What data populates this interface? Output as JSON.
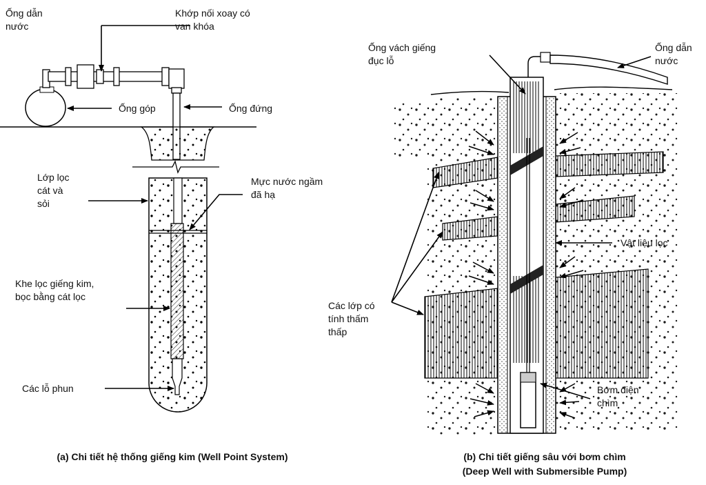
{
  "panel_a": {
    "labels": {
      "water_pipe": "Ống dẫn\nnước",
      "swivel_joint": "Khớp nối xoay có\nvan khóa",
      "header_pipe": "Ống góp",
      "riser_pipe": "Ống đứng",
      "filter_layer": "Lớp lọc\ncát và\nsỏi",
      "water_level": "Mực nước ngầm\nđã hạ",
      "screen": "Khe lọc giếng kim,\nbọc bằng cát lọc",
      "jet_holes": "Các lỗ phun"
    },
    "caption": "(a) Chi tiết hệ thống giếng kim (Well Point System)"
  },
  "panel_b": {
    "labels": {
      "casing": "Ống vách giếng\nđục lỗ",
      "water_pipe": "Ống dẫn\nnước",
      "filter_material": "Vật liệu lọc",
      "low_perm_layers": "Các lớp có\ntính thấm\nthấp",
      "pump": "Bơm điện\nchìm"
    },
    "caption": "(b) Chi tiết giếng sâu với bơm chìm\n(Deep Well with Submersible Pump)"
  }
}
